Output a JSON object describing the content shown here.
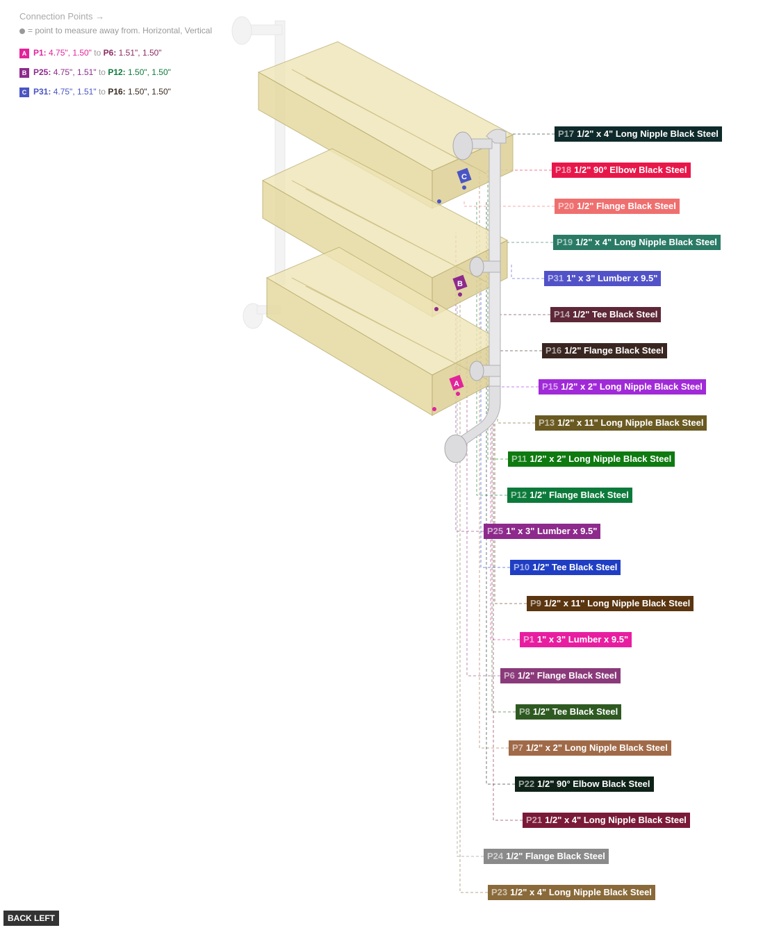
{
  "legend": {
    "title": "Connection Points →",
    "subtitle": "= point to measure away from. Horizontal, Vertical",
    "connections": [
      {
        "badge": "A",
        "badge_color": "#e2249b",
        "from_id": "P1:",
        "from_val": "4.75\", 1.50\"",
        "from_color": "#e2249b",
        "to_word": "to",
        "to_id": "P6:",
        "to_val": "1.51\", 1.50\"",
        "to_color": "#8a2a62"
      },
      {
        "badge": "B",
        "badge_color": "#8d2a8c",
        "from_id": "P25:",
        "from_val": "4.75\", 1.51\"",
        "from_color": "#8d2a8c",
        "to_word": "to",
        "to_id": "P12:",
        "to_val": "1.50\", 1.50\"",
        "to_color": "#0c7a3a"
      },
      {
        "badge": "C",
        "badge_color": "#4a55c4",
        "from_id": "P31:",
        "from_val": "4.75\", 1.51\"",
        "from_color": "#4a55c4",
        "to_word": "to",
        "to_id": "P16:",
        "to_val": "1.50\", 1.50\"",
        "to_color": "#3a2a22"
      }
    ]
  },
  "markers": [
    "A",
    "B",
    "C"
  ],
  "parts": [
    {
      "id": "P17",
      "desc": "1/2\" x 4\" Long Nipple Black Steel",
      "color": "#0f2a2a"
    },
    {
      "id": "P18",
      "desc": "1/2\" 90° Elbow Black Steel",
      "color": "#e8174a"
    },
    {
      "id": "P20",
      "desc": "1/2\" Flange Black Steel",
      "color": "#ef6f6f"
    },
    {
      "id": "P19",
      "desc": "1/2\" x 4\" Long Nipple Black Steel",
      "color": "#2a7a66"
    },
    {
      "id": "P31",
      "desc": "1\" x 3\" Lumber x 9.5\"",
      "color": "#5252c8"
    },
    {
      "id": "P14",
      "desc": "1/2\" Tee Black Steel",
      "color": "#5e2838"
    },
    {
      "id": "P16",
      "desc": "1/2\" Flange Black Steel",
      "color": "#3a2620"
    },
    {
      "id": "P15",
      "desc": "1/2\" x 2\" Long Nipple Black Steel",
      "color": "#a12ad8"
    },
    {
      "id": "P13",
      "desc": "1/2\" x 11\" Long Nipple Black Steel",
      "color": "#6a5a22"
    },
    {
      "id": "P11",
      "desc": "1/2\" x 2\" Long Nipple Black Steel",
      "color": "#0e7a10"
    },
    {
      "id": "P12",
      "desc": "1/2\" Flange Black Steel",
      "color": "#0c7a3a"
    },
    {
      "id": "P25",
      "desc": "1\" x 3\" Lumber x 9.5\"",
      "color": "#8d2a8c"
    },
    {
      "id": "P10",
      "desc": "1/2\" Tee Black Steel",
      "color": "#1f3ec4"
    },
    {
      "id": "P9",
      "desc": "1/2\" x 11\" Long Nipple Black Steel",
      "color": "#5a3510"
    },
    {
      "id": "P1",
      "desc": "1\" x 3\" Lumber x 9.5\"",
      "color": "#e81ea0"
    },
    {
      "id": "P6",
      "desc": "1/2\" Flange Black Steel",
      "color": "#8a3a7a"
    },
    {
      "id": "P8",
      "desc": "1/2\" Tee Black Steel",
      "color": "#2e5a22"
    },
    {
      "id": "P7",
      "desc": "1/2\" x 2\" Long Nipple Black Steel",
      "color": "#a06a48"
    },
    {
      "id": "P22",
      "desc": "1/2\" 90° Elbow Black Steel",
      "color": "#0e2218"
    },
    {
      "id": "P21",
      "desc": "1/2\" x 4\" Long Nipple Black Steel",
      "color": "#7a1a38"
    },
    {
      "id": "P24",
      "desc": "1/2\" Flange Black Steel",
      "color": "#8a8a8a"
    },
    {
      "id": "P23",
      "desc": "1/2\" x 4\" Long Nipple Black Steel",
      "color": "#8a6a3a"
    }
  ],
  "view_button": "BACK LEFT"
}
